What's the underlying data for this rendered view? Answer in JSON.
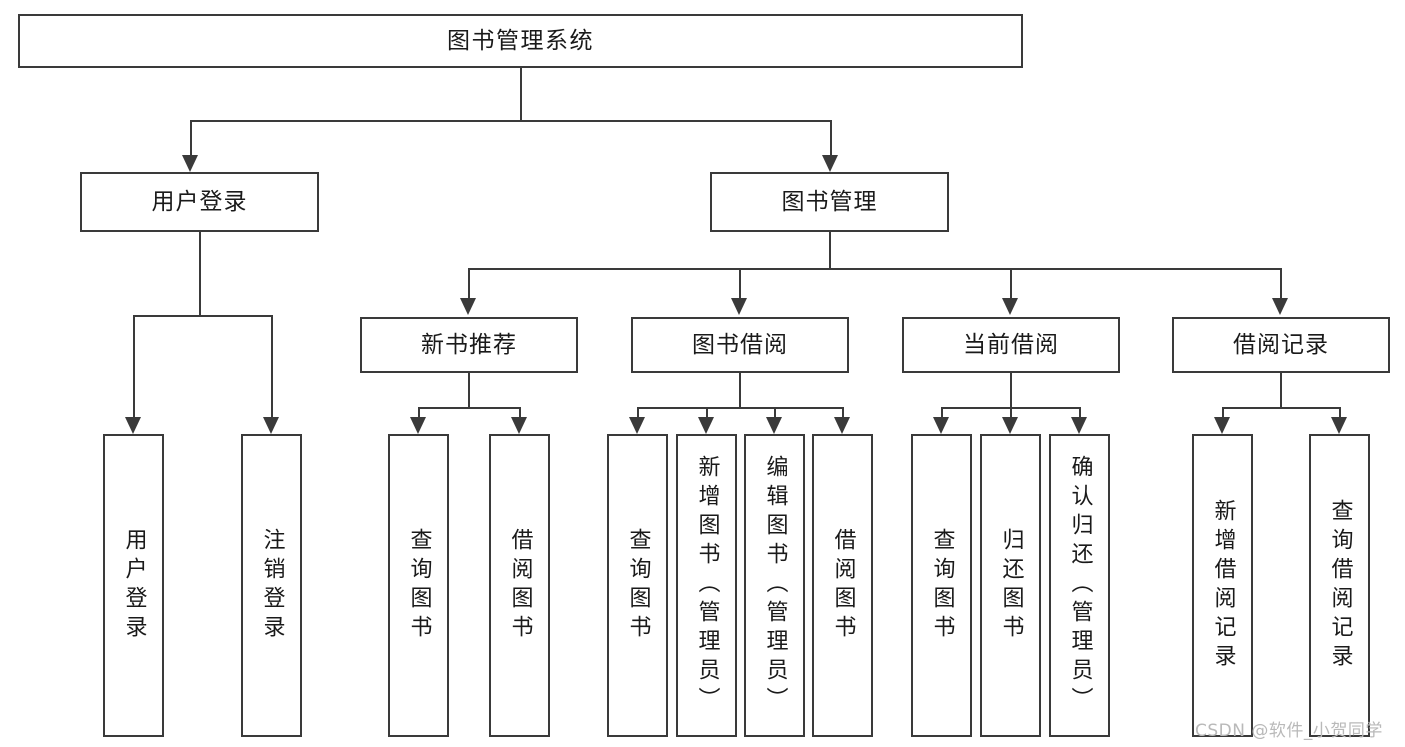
{
  "diagram": {
    "title": "图书管理系统",
    "type": "hierarchy-tree",
    "root": {
      "label": "图书管理系统"
    },
    "level1": [
      {
        "label": "用户登录"
      },
      {
        "label": "图书管理"
      }
    ],
    "level2": [
      {
        "label": "新书推荐"
      },
      {
        "label": "图书借阅"
      },
      {
        "label": "当前借阅"
      },
      {
        "label": "借阅记录"
      }
    ],
    "leaves": {
      "user_login": [
        {
          "label": "用户登录"
        },
        {
          "label": "注销登录"
        }
      ],
      "new_book_recommend": [
        {
          "label": "查询图书"
        },
        {
          "label": "借阅图书"
        }
      ],
      "book_borrow": [
        {
          "label": "查询图书"
        },
        {
          "label": "新增图书（管理员）"
        },
        {
          "label": "编辑图书（管理员）"
        },
        {
          "label": "借阅图书"
        }
      ],
      "current_borrow": [
        {
          "label": "查询图书"
        },
        {
          "label": "归还图书"
        },
        {
          "label": "确认归还（管理员）"
        }
      ],
      "borrow_record": [
        {
          "label": "新增借阅记录"
        },
        {
          "label": "查询借阅记录"
        }
      ]
    }
  },
  "watermark": {
    "text": "CSDN @软件_小贺同学"
  },
  "colors": {
    "stroke": "#3a3a3a",
    "background": "#ffffff",
    "text": "#1a1a1a",
    "watermark": "#b9b9b9"
  }
}
